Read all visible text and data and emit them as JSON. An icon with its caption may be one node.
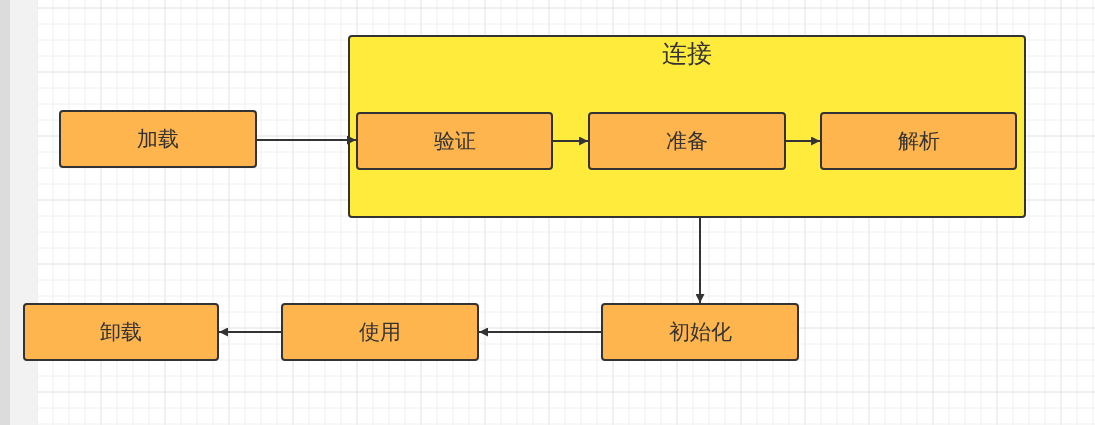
{
  "diagram": {
    "nodes": [
      {
        "text": [
          "连接"
        ]
      },
      {
        "text": [
          "加载"
        ]
      },
      {
        "text": [
          "验证"
        ],
        "in": 0
      },
      {
        "text": [
          "准备"
        ],
        "in": 0
      },
      {
        "text": [
          "解析"
        ],
        "in": 0
      },
      {
        "text": [
          "初始化"
        ]
      },
      {
        "text": [
          "使用"
        ]
      },
      {
        "text": [
          "卸载"
        ]
      }
    ],
    "edges": [
      {
        "from": 1,
        "to": 2,
        "arrow": "to"
      },
      {
        "from": 2,
        "to": 3,
        "arrow": "to"
      },
      {
        "from": 3,
        "to": 4,
        "arrow": "to"
      },
      {
        "from": 0,
        "to": 5,
        "arrow": "to"
      },
      {
        "from": 5,
        "to": 6,
        "arrow": "to"
      },
      {
        "from": 6,
        "to": 7,
        "arrow": "to"
      }
    ]
  }
}
